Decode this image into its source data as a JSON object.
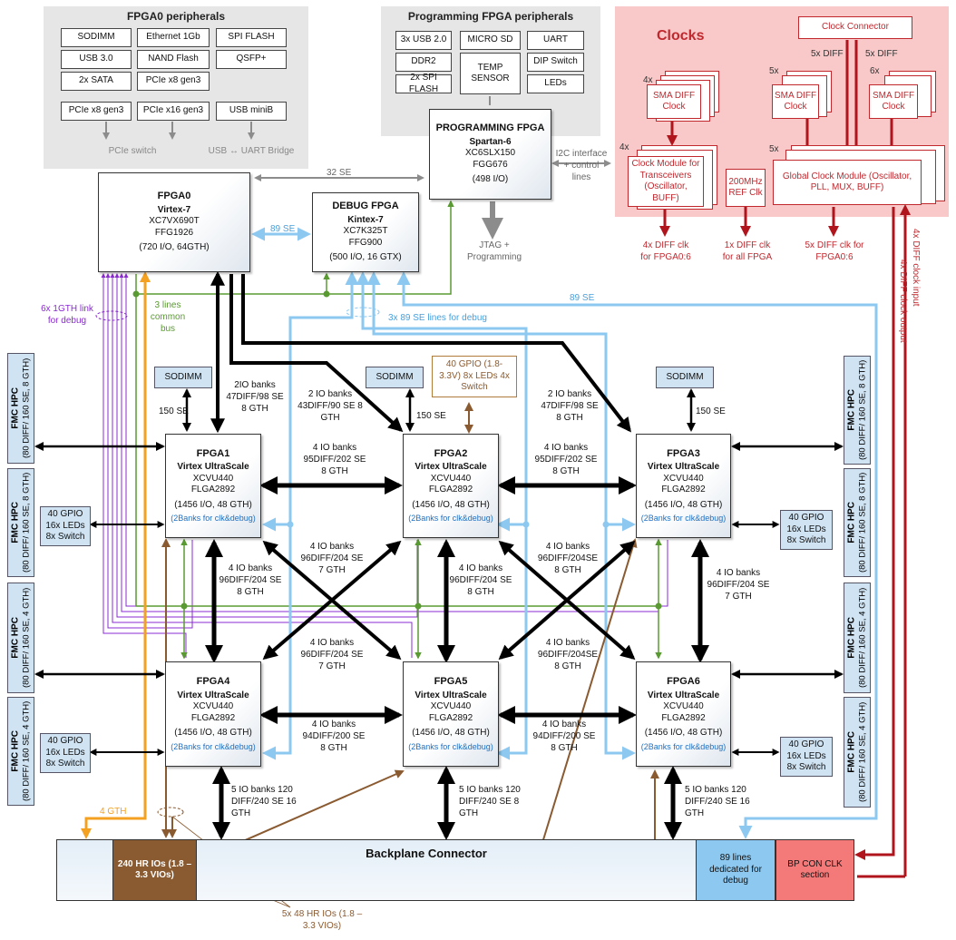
{
  "fpga0_periph": {
    "title": "FPGA0 peripherals",
    "items": [
      "SODIMM",
      "Ethernet 1Gb",
      "SPI FLASH",
      "USB 3.0",
      "NAND Flash",
      "QSFP+",
      "2x SATA",
      "PCIe x8 gen3",
      "PCIe x8 gen3",
      "PCIe x16 gen3",
      "USB miniB"
    ],
    "pcie_switch": "PCIe switch",
    "usb_bridge": "USB ↔ UART Bridge"
  },
  "prog_periph": {
    "title": "Programming FPGA peripherals",
    "items": [
      "3x USB 2.0",
      "MICRO SD",
      "UART",
      "DDR2",
      "TEMP SENSOR",
      "DIP Switch",
      "2x SPI FLASH",
      "LEDs"
    ]
  },
  "clocks": {
    "title": "Clocks",
    "clock_connector": "Clock Connector",
    "sma_left": "SMA DIFF Clock",
    "sma_mid": "SMA DIFF Clock",
    "sma_right": "SMA DIFF Clock",
    "mult_4x_a": "4x",
    "mult_4x_b": "4x",
    "mult_5x_a": "5x",
    "mult_5x_b": "5x",
    "mult_6x": "6x",
    "diff_5x_a": "5x DIFF",
    "diff_5x_b": "5x DIFF",
    "clock_module": "Clock Module for Transceivers (Oscillator, BUFF)",
    "ref_clk": "200MHz REF Clk",
    "global_module": "Global Clock Module (Oscillator, PLL, MUX, BUFF)",
    "out_left": "4x DIFF clk for FPGA0:6",
    "out_mid": "1x DIFF clk for all FPGA",
    "out_right": "5x DIFF clk for FPGA0:6",
    "vert_input": "4x DIFF clock input",
    "vert_output": "4x DIFF clock output"
  },
  "chips": {
    "fpga0": {
      "name": "FPGA0",
      "family": "Virtex-7",
      "part": "XC7VX690T",
      "pkg": "FFG1926",
      "io": "(720 I/O, 64GTH)"
    },
    "debug": {
      "name": "DEBUG FPGA",
      "family": "Kintex-7",
      "part": "XC7K325T",
      "pkg": "FFG900",
      "io": "(500 I/O, 16 GTX)"
    },
    "prog": {
      "name": "PROGRAMMING FPGA",
      "family": "Spartan-6",
      "part": "XC6SLX150",
      "pkg": "FGG676",
      "io": "(498 I/O)"
    },
    "fpga1": {
      "name": "FPGA1",
      "family": "Virtex UltraScale",
      "part": "XCVU440",
      "pkg": "FLGA2892",
      "io": "(1456 I/O, 48 GTH)",
      "note": "(2Banks for clk&debug)"
    },
    "fpga2": {
      "name": "FPGA2",
      "family": "Virtex UltraScale",
      "part": "XCVU440",
      "pkg": "FLGA2892",
      "io": "(1456 I/O, 48 GTH)",
      "note": "(2Banks for clk&debug)"
    },
    "fpga3": {
      "name": "FPGA3",
      "family": "Virtex UltraScale",
      "part": "XCVU440",
      "pkg": "FLGA2892",
      "io": "(1456 I/O, 48 GTH)",
      "note": "(2Banks for clk&debug)"
    },
    "fpga4": {
      "name": "FPGA4",
      "family": "Virtex UltraScale",
      "part": "XCVU440",
      "pkg": "FLGA2892",
      "io": "(1456 I/O, 48 GTH)",
      "note": "(2Banks for clk&debug)"
    },
    "fpga5": {
      "name": "FPGA5",
      "family": "Virtex UltraScale",
      "part": "XCVU440",
      "pkg": "FLGA2892",
      "io": "(1456 I/O, 48 GTH)",
      "note": "(2Banks for clk&debug)"
    },
    "fpga6": {
      "name": "FPGA6",
      "family": "Virtex UltraScale",
      "part": "XCVU440",
      "pkg": "FLGA2892",
      "io": "(1456 I/O, 48 GTH)",
      "note": "(2Banks for clk&debug)"
    }
  },
  "sodimm": "SODIMM",
  "gpio_box": "40 GPIO 16x LEDs 8x Switch",
  "gpio_fpga2": "40 GPIO (1.8-3.3V) 8x LEDs 4x Switch",
  "fmc_title": "FMC HPC",
  "fmc_8gth": "(80 DIFF/ 160 SE, 8 GTH)",
  "fmc_4gth": "(80 DIFF/ 160 SE, 4 GTH)",
  "labels": {
    "se32": "32 SE",
    "se89": "89 SE",
    "i2c": "I2C interface + control lines",
    "jtag": "JTAG + Programming",
    "se89_right": "89 SE",
    "se89_debug": "3x 89 SE lines for debug",
    "gth_link": "6x 1GTH link for debug",
    "common_bus": "3 lines common bus",
    "se150": "150 SE",
    "f0_f1": "2IO banks 47DIFF/98 SE 8 GTH",
    "f0_f2": "2 IO banks 43DIFF/90 SE 8 GTH",
    "f0_f3": "2 IO banks 47DIFF/98 SE 8 GTH",
    "f1_f2": "4 IO banks 95DIFF/202 SE 8 GTH",
    "f2_f3": "4 IO banks 95DIFF/202 SE 8 GTH",
    "f1_f4": "4 IO banks 96DIFF/204 SE 8 GTH",
    "f2_f5": "4 IO banks 96DIFF/204 SE 8 GTH",
    "f3_f6": "4 IO banks 96DIFF/204 SE 7 GTH",
    "x_left_top": "4 IO banks 96DIFF/204 SE 7 GTH",
    "x_right_top": "4 IO banks 96DIFF/204SE 8 GTH",
    "x_left_bot": "4 IO banks 96DIFF/204 SE 7 GTH",
    "x_right_bot": "4 IO banks 96DIFF/204SE 8 GTH",
    "f4_f5": "4 IO banks 94DIFF/200 SE 8 GTH",
    "f5_f6": "4 IO banks 94DIFF/200 SE 8 GTH",
    "f4_bp": "5 IO banks 120 DIFF/240 SE 16 GTH",
    "f5_bp": "5 IO banks 120 DIFF/240 SE 8 GTH",
    "f6_bp": "5 IO banks 120 DIFF/240 SE 16 GTH",
    "gth4": "4 GTH",
    "hr_ios": "5x 48 HR IOs (1.8 – 3.3 VIOs)"
  },
  "backplane": {
    "title": "Backplane Connector",
    "hr": "240 HR IOs (1.8 – 3.3 VIOs)",
    "debug": "89 lines dedicated for debug",
    "clk": "BP CON CLK section"
  },
  "colors": {
    "black": "#000000",
    "blue": "#8cc8f0",
    "green": "#5a9a32",
    "purple": "#8a2bd0",
    "orange": "#f4a020",
    "brown": "#8a5a30",
    "red": "#b0141c",
    "gray": "#8c8c8c"
  }
}
